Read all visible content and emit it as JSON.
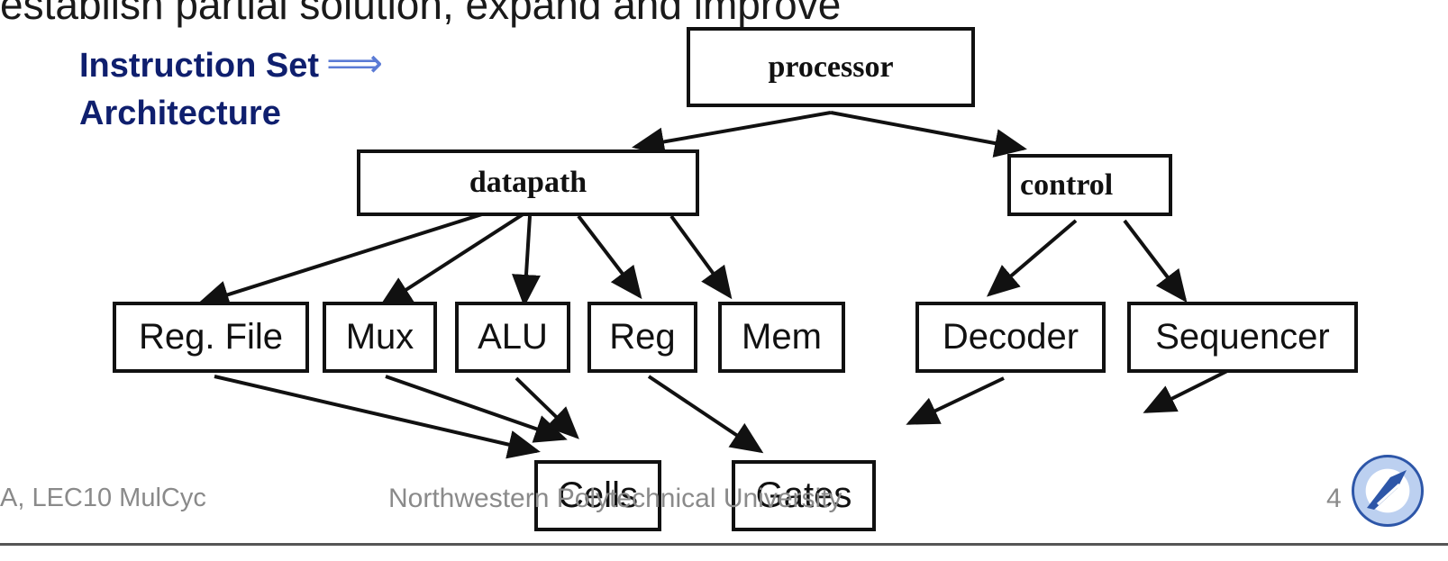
{
  "slide": {
    "heading": "establish partial solution, expand and improve",
    "isa_line1": "Instruction Set",
    "isa_arrow": "⟹",
    "isa_line2": "Architecture"
  },
  "nodes": {
    "processor": "processor",
    "datapath": "datapath",
    "control": "control",
    "regfile": "Reg. File",
    "mux": "Mux",
    "alu": "ALU",
    "reg": "Reg",
    "mem": "Mem",
    "decoder": "Decoder",
    "sequencer": "Sequencer",
    "cells": "Cells",
    "gates": "Gates"
  },
  "footer": {
    "left": "A, LEC10 MulCyc",
    "center": "Northwestern Polytechnical University",
    "page": "4"
  },
  "colors": {
    "isa_text": "#0f1f6e",
    "isa_arrow": "#5b7bd5",
    "footer_text": "#8a8a8a",
    "logo": "#2d56a8"
  }
}
